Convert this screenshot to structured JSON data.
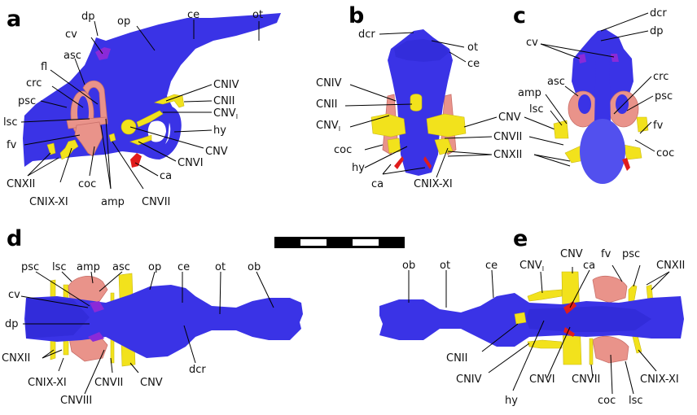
{
  "figure": {
    "colors": {
      "brain": "#3a33e6",
      "inner_ear": "#e9938a",
      "nerves": "#f2e21c",
      "carotid_artery": "#e01c1c",
      "cerebral_vein": "#8a2ad8"
    },
    "scale_bar": {
      "segments": [
        "black",
        "white",
        "black",
        "white",
        "black"
      ]
    },
    "panels": {
      "a": {
        "letter": "a",
        "labels": {
          "dp": "dp",
          "cv": "cv",
          "op": "op",
          "ce": "ce",
          "ot": "ot",
          "asc": "asc",
          "fl": "fl",
          "crc": "crc",
          "psc": "psc",
          "lsc": "lsc",
          "fv": "fv",
          "CNIV": "CNIV",
          "CNII": "CNII",
          "CNV1": "CNV",
          "CNV1_sub": "I",
          "hy": "hy",
          "CNV": "CNV",
          "CNVI": "CNVI",
          "ca": "ca",
          "CNXII": "CNXII",
          "CNIX_XI": "CNIX-XI",
          "coc": "coc",
          "amp": "amp",
          "CNVII": "CNVII"
        }
      },
      "b": {
        "letter": "b",
        "labels": {
          "dcr": "dcr",
          "ot": "ot",
          "ce": "ce",
          "CNIV": "CNIV",
          "CNII": "CNII",
          "CNV1": "CNV",
          "CNV1_sub": "I",
          "coc": "coc",
          "hy": "hy",
          "ca": "ca",
          "CNIX_XI": "CNIX-XI"
        }
      },
      "shared_bc": {
        "labels": {
          "CNV": "CNV",
          "CNVII": "CNVII",
          "CNXII": "CNXII"
        }
      },
      "c": {
        "letter": "c",
        "labels": {
          "dcr": "dcr",
          "dp": "dp",
          "cv": "cv",
          "crc": "crc",
          "asc": "asc",
          "amp": "amp",
          "psc": "psc",
          "lsc": "lsc",
          "fv": "fv",
          "coc": "coc"
        }
      },
      "d": {
        "letter": "d",
        "labels": {
          "psc": "psc",
          "lsc": "lsc",
          "amp": "amp",
          "asc": "asc",
          "op": "op",
          "ce": "ce",
          "ot": "ot",
          "ob": "ob",
          "cv": "cv",
          "dp": "dp",
          "CNXII": "CNXII",
          "dcr": "dcr",
          "CNIX_XI": "CNIX-XI",
          "CNVII": "CNVII",
          "CNV": "CNV",
          "CNVIII": "CNVIII"
        }
      },
      "e": {
        "letter": "e",
        "labels": {
          "ob": "ob",
          "ot": "ot",
          "ce": "ce",
          "CNV1": "CNV",
          "CNV1_sub": "I",
          "CNV": "CNV",
          "ca": "ca",
          "fv": "fv",
          "psc": "psc",
          "CNXII": "CNXII",
          "CNII": "CNII",
          "CNIV": "CNIV",
          "hy": "hy",
          "CNVI": "CNVI",
          "CNVII": "CNVII",
          "CNIX_XI": "CNIX-XI",
          "coc": "coc",
          "lsc": "lsc"
        }
      }
    }
  }
}
